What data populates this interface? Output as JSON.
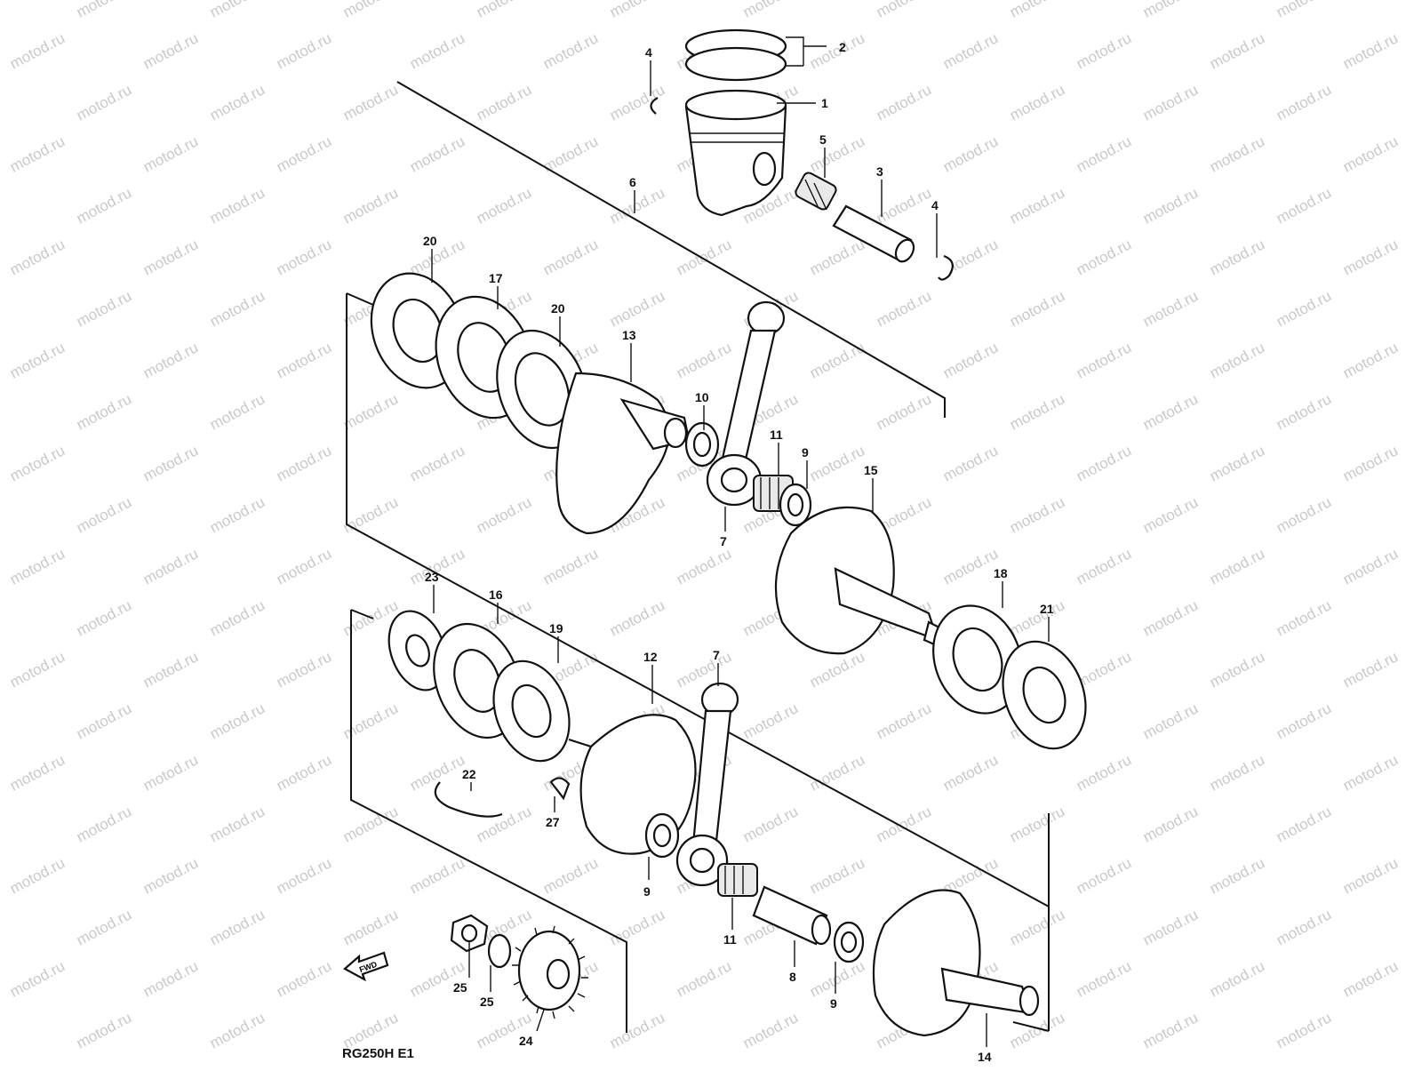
{
  "diagram": {
    "model_code": "RG250H E1",
    "direction_label": "FWD",
    "watermark": "motod.ru",
    "part_numbers": {
      "p1": "1",
      "p2": "2",
      "p3": "3",
      "p4a": "4",
      "p4b": "4",
      "p5": "5",
      "p6": "6",
      "p7a": "7",
      "p7b": "7",
      "p8": "8",
      "p9a": "9",
      "p9b": "9",
      "p9c": "9",
      "p10": "10",
      "p11a": "11",
      "p11b": "11",
      "p12": "12",
      "p13": "13",
      "p14": "14",
      "p15": "15",
      "p16": "16",
      "p17": "17",
      "p18": "18",
      "p19": "19",
      "p20a": "20",
      "p20b": "20",
      "p21": "21",
      "p22": "22",
      "p23": "23",
      "p24": "24",
      "p25a": "25",
      "p25b": "25",
      "p27": "27"
    }
  }
}
